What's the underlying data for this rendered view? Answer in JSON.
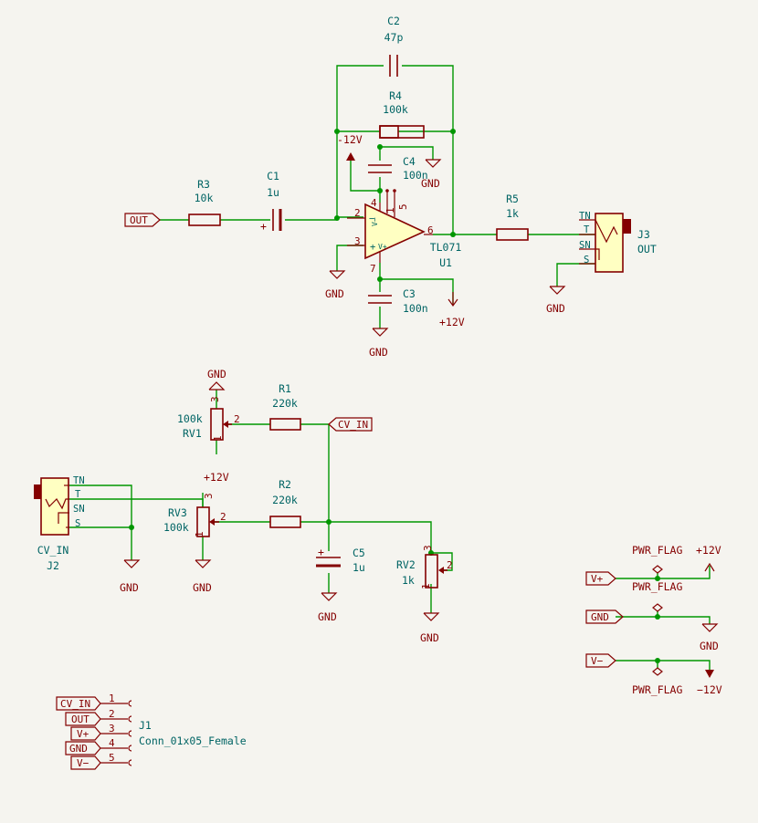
{
  "components": {
    "C2": {
      "ref": "C2",
      "value": "47p"
    },
    "R4": {
      "ref": "R4",
      "value": "100k"
    },
    "C4": {
      "ref": "C4",
      "value": "100n"
    },
    "R3": {
      "ref": "R3",
      "value": "10k"
    },
    "C1": {
      "ref": "C1",
      "value": "1u"
    },
    "U1": {
      "ref": "U1",
      "value": "TL071"
    },
    "C3": {
      "ref": "C3",
      "value": "100n"
    },
    "R5": {
      "ref": "R5",
      "value": "1k"
    },
    "J3": {
      "ref": "J3",
      "value": "OUT"
    },
    "R1": {
      "ref": "R1",
      "value": "220k"
    },
    "RV1": {
      "ref": "RV1",
      "value": "100k"
    },
    "R2": {
      "ref": "R2",
      "value": "220k"
    },
    "RV3": {
      "ref": "RV3",
      "value": "100k"
    },
    "J2": {
      "ref": "J2",
      "value": "CV_IN"
    },
    "C5": {
      "ref": "C5",
      "value": "1u"
    },
    "RV2": {
      "ref": "RV2",
      "value": "1k"
    },
    "J1": {
      "ref": "J1",
      "value": "Conn_01x05_Female"
    }
  },
  "power": {
    "gnd": "GND",
    "pos12": "+12V",
    "neg12": "-12V",
    "neg12_alt": "−12V",
    "pwr_flag": "PWR_FLAG"
  },
  "labels": {
    "out": "OUT",
    "cv_in": "CV_IN",
    "vplus": "V+",
    "gnd": "GND",
    "vminus": "V−"
  },
  "pins": {
    "u1_2": "2",
    "u1_3": "3",
    "u1_6": "6",
    "u1_7": "7",
    "u1_4": "4",
    "u1_1": "1",
    "u1_5": "5",
    "u1_minus": "−",
    "u1_plus": "+",
    "u1_vminus": "V−",
    "u1_vplus": "V+",
    "rv_1": "1",
    "rv_2": "2",
    "rv_3": "3",
    "jack_tn": "TN",
    "jack_t": "T",
    "jack_sn": "SN",
    "jack_s": "S",
    "j1": [
      "1",
      "2",
      "3",
      "4",
      "5"
    ],
    "j1_labels": [
      "CV_IN",
      "OUT",
      "V+",
      "GND",
      "V−"
    ]
  }
}
